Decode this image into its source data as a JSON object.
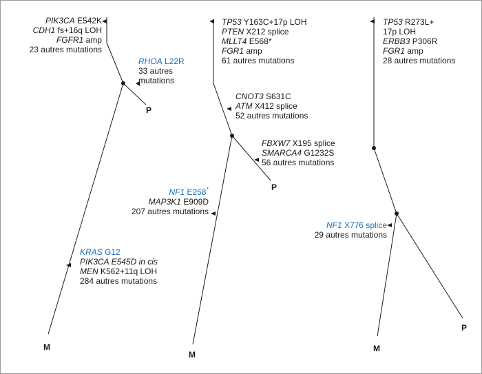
{
  "trees": [
    {
      "leaves": {
        "p": "P",
        "m": "M"
      },
      "trunk_group": [
        {
          "gene": "PIK3CA",
          "rest": " E542K"
        },
        {
          "gene": "CDH1",
          "rest": " fs+16q LOH"
        },
        {
          "gene": "FGFR1",
          "rest": " amp"
        },
        {
          "gene": "",
          "rest": "23 autres mutations"
        }
      ],
      "p_branch_group": [
        {
          "gene": "RHOA",
          "rest": " L22R",
          "highlight": true
        },
        {
          "gene": "",
          "rest": "33 autres"
        },
        {
          "gene": "",
          "rest": "mutations"
        }
      ],
      "m_branch_group": [
        {
          "gene": "KRAS",
          "rest": " G12",
          "highlight": true
        },
        {
          "gene": "PIK3CA E545D in cis",
          "rest": ""
        },
        {
          "gene": "MEN",
          "rest": " K562+11q LOH"
        },
        {
          "gene": "",
          "rest": "284 autres mutations"
        }
      ]
    },
    {
      "leaves": {
        "p": "P",
        "m": "M"
      },
      "trunk_group": [
        {
          "gene": "TP53",
          "rest": " Y163C+17p LOH"
        },
        {
          "gene": "PTEN",
          "rest": " X212 splice"
        },
        {
          "gene": "MLLT4",
          "rest": " E568*"
        },
        {
          "gene": "FGR1",
          "rest": " amp"
        },
        {
          "gene": "",
          "rest": "61 autres mutations"
        }
      ],
      "inner_group": [
        {
          "gene": "CNOT3",
          "rest": " S631C"
        },
        {
          "gene": "ATM",
          "rest": " X412 splice"
        },
        {
          "gene": "",
          "rest": "52 autres mutations"
        }
      ],
      "p_branch_group": [
        {
          "gene": "FBXW7",
          "rest": " X195 splice"
        },
        {
          "gene": "SMARCA4",
          "rest": " G1232S"
        },
        {
          "gene": "",
          "rest": "56 autres mutations"
        }
      ],
      "m_branch_group": [
        {
          "gene": "NF1",
          "rest": " E258",
          "sup": "*",
          "highlight": true
        },
        {
          "gene": "MAP3K1",
          "rest": " E909D"
        },
        {
          "gene": "",
          "rest": "207 autres mutations"
        }
      ]
    },
    {
      "leaves": {
        "p": "P",
        "m": "M"
      },
      "trunk_group": [
        {
          "gene": "TP53",
          "rest": " R273L+"
        },
        {
          "gene": "",
          "rest": "17p LOH"
        },
        {
          "gene": "ERBB3",
          "rest": " P306R"
        },
        {
          "gene": "FGR1",
          "rest": " amp"
        },
        {
          "gene": "",
          "rest": "28 autres mutations"
        }
      ],
      "m_branch_group": [
        {
          "gene": "NF1",
          "rest": " X776 splice",
          "highlight": true
        },
        {
          "gene": "",
          "rest": "29 autres mutations"
        }
      ]
    }
  ],
  "colors": {
    "line": "#1a1a1a",
    "highlight": "#1f6fb8"
  }
}
